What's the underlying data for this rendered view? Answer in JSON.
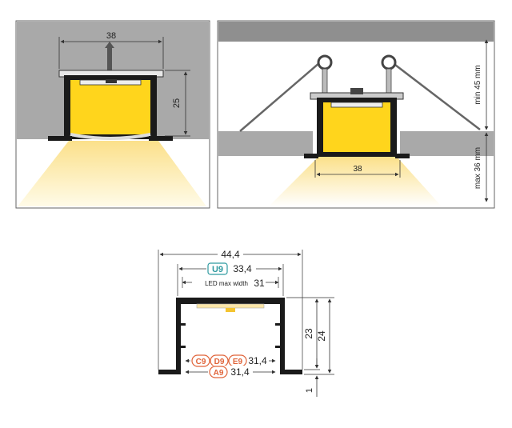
{
  "colors": {
    "wall": "#a9a9a9",
    "wall_dark": "#8f8f8f",
    "light": "#fbe9a4",
    "led": "#ffd51c",
    "profile": "#1a1a1a",
    "badge_orange": "#e0643a",
    "badge_teal": "#2f9aa0",
    "line": "#333333"
  },
  "panel1": {
    "width_label": "38",
    "height_label": "25"
  },
  "panel2": {
    "width_label": "38",
    "min_label": "min 45 mm",
    "max_label": "max 36 mm"
  },
  "section": {
    "overall_width": "44,4",
    "u9_badge": "U9",
    "u9_value": "33,4",
    "led_label": "LED max width",
    "led_value": "31",
    "badges_top": [
      "C9",
      "D9",
      "E9"
    ],
    "badges_top_value": "31,4",
    "badge_bottom": "A9",
    "badge_bottom_value": "31,4",
    "height_inner": "23",
    "height_outer": "24",
    "flange": "1"
  }
}
